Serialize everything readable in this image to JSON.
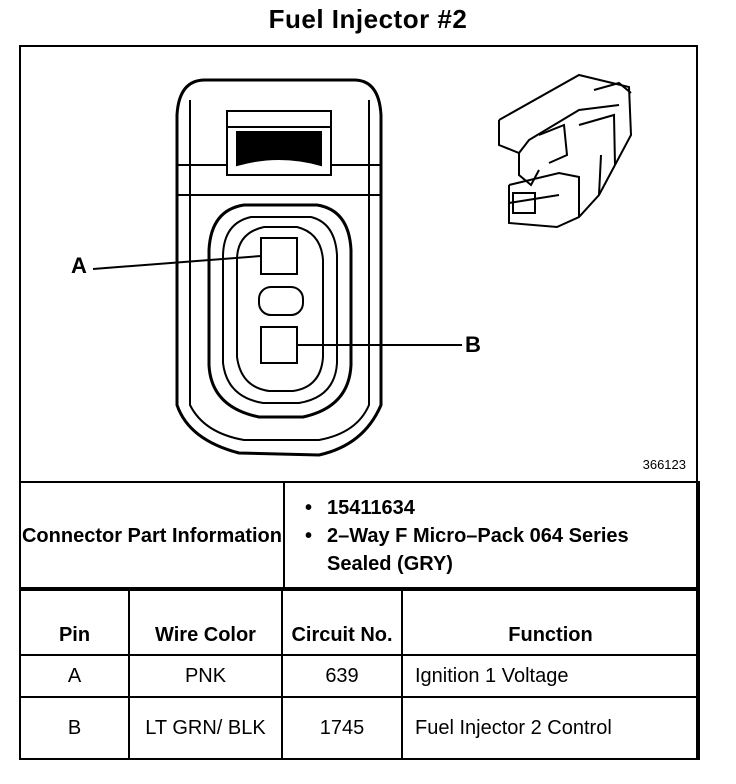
{
  "title": "Fuel Injector #2",
  "figure_number": "366123",
  "pin_labels": {
    "a": "A",
    "b": "B"
  },
  "connector_part_information": {
    "label": "Connector Part Information",
    "bullets": [
      "15411634",
      "2–Way F Micro–Pack 064 Series Sealed (GRY)"
    ]
  },
  "pin_table": {
    "headers": {
      "pin": "Pin",
      "wire_color": "Wire Color",
      "circuit": "Circuit No.",
      "function": "Function"
    },
    "rows": [
      {
        "pin": "A",
        "wire_color": "PNK",
        "circuit": "639",
        "function": "Ignition 1 Voltage"
      },
      {
        "pin": "B",
        "wire_color": "LT GRN/ BLK",
        "circuit": "1745",
        "function": "Fuel Injector 2 Control"
      }
    ]
  }
}
